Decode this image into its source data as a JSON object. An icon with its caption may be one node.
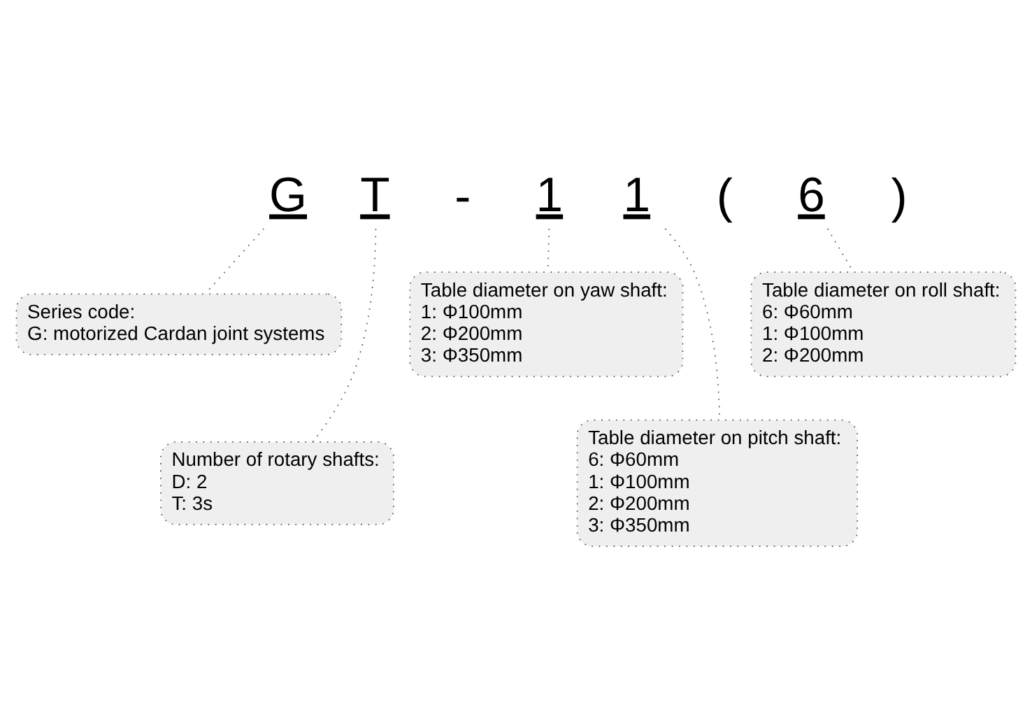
{
  "diagram": {
    "nodes": [
      {
        "text": [
          "G"
        ]
      },
      {
        "text": [
          "T"
        ]
      },
      {
        "text": [
          "1"
        ]
      },
      {
        "text": [
          "1"
        ]
      },
      {
        "text": [
          "6"
        ]
      },
      {
        "text": [
          "Series code:",
          "G: motorized Cardan joint systems"
        ]
      },
      {
        "text": [
          "Number of rotary shafts:",
          "D: 2",
          "T: 3s"
        ]
      },
      {
        "text": [
          "Table diameter on yaw shaft:",
          "1: Φ100mm",
          "2: Φ200mm",
          "3: Φ350mm"
        ]
      },
      {
        "text": [
          "Table diameter on pitch shaft:",
          "6: Φ60mm",
          "1: Φ100mm",
          "2: Φ200mm",
          "3: Φ350mm"
        ]
      },
      {
        "text": [
          "Table diameter on roll shaft:",
          "6: Φ60mm",
          "1: Φ100mm",
          "2: Φ200mm"
        ]
      }
    ],
    "edges": [
      {
        "from": 0,
        "to": 5,
        "arrow": "none",
        "style": "dashed"
      },
      {
        "from": 1,
        "to": 6,
        "arrow": "none",
        "style": "dashed"
      },
      {
        "from": 2,
        "to": 7,
        "arrow": "none",
        "style": "dashed"
      },
      {
        "from": 3,
        "to": 8,
        "arrow": "none",
        "style": "dashed"
      },
      {
        "from": 4,
        "to": 9,
        "arrow": "none",
        "style": "dashed"
      }
    ],
    "labels": [
      "-",
      "(",
      ")"
    ]
  }
}
